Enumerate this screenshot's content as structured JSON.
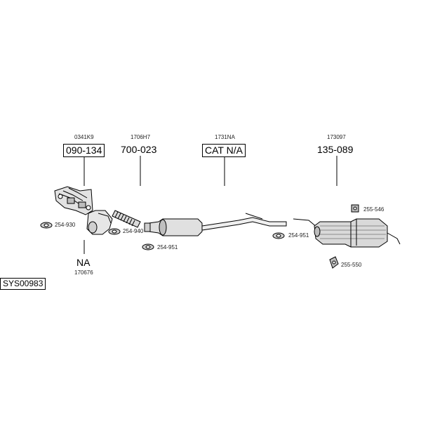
{
  "system_code": "SYS00983",
  "parts": [
    {
      "ref": "0341K9",
      "number": "090-134",
      "boxed": true
    },
    {
      "ref": "1706H7",
      "number": "700-023",
      "boxed": false
    },
    {
      "ref": "1731NA",
      "number": "CAT N/A",
      "boxed": true
    },
    {
      "ref": "173097",
      "number": "135-089",
      "boxed": false
    },
    {
      "ref": "170676",
      "number": "NA",
      "boxed": false
    }
  ],
  "small_parts": [
    {
      "number": "254-930"
    },
    {
      "number": "254-940"
    },
    {
      "number": "254-951"
    },
    {
      "number": "254-951"
    },
    {
      "number": "255-546"
    },
    {
      "number": "255-550"
    }
  ],
  "colors": {
    "line": "#000000",
    "metal": "#dcdcdc",
    "metal_dark": "#8a8a8a"
  }
}
